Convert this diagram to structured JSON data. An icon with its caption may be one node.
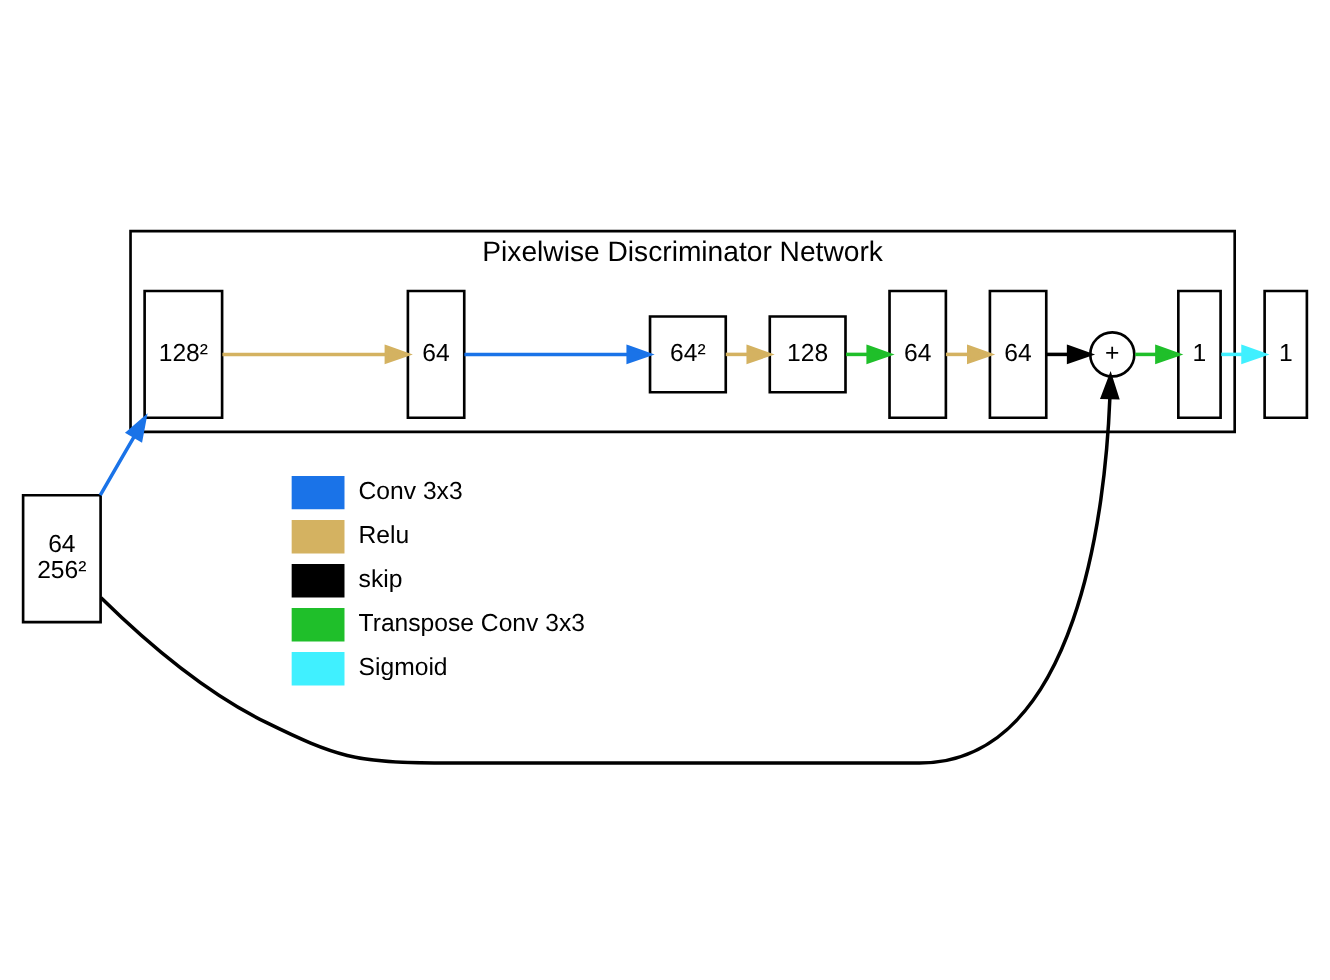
{
  "diagram": {
    "nodes": [
      {
        "text": [
          "Pixelwise Discriminator Network"
        ]
      },
      {
        "text": [
          "64",
          "256²"
        ]
      },
      {
        "text": [
          "128²"
        ],
        "in": 0
      },
      {
        "text": [
          "64"
        ],
        "in": 0
      },
      {
        "text": [
          "64²"
        ],
        "in": 0
      },
      {
        "text": [
          "128"
        ],
        "in": 0
      },
      {
        "text": [
          "64"
        ],
        "in": 0
      },
      {
        "text": [
          "64"
        ],
        "in": 0
      },
      {
        "text": [
          "+"
        ],
        "in": 0
      },
      {
        "text": [
          "1"
        ],
        "in": 0
      },
      {
        "text": [
          "1"
        ]
      }
    ],
    "edges": [
      {
        "from": 1,
        "to": 8,
        "arrow": "to",
        "color": "#000000"
      },
      {
        "from": 1,
        "to": 2,
        "arrow": "to",
        "color": "#1a73e8"
      },
      {
        "from": 2,
        "to": 3,
        "arrow": "to",
        "color": "#d4b261"
      },
      {
        "from": 3,
        "to": 4,
        "arrow": "to",
        "color": "#1a73e8"
      },
      {
        "from": 4,
        "to": 5,
        "arrow": "to",
        "color": "#d4b261"
      },
      {
        "from": 5,
        "to": 6,
        "arrow": "to",
        "color": "#1fbf2a"
      },
      {
        "from": 6,
        "to": 7,
        "arrow": "to",
        "color": "#d4b261"
      },
      {
        "from": 7,
        "to": 8,
        "arrow": "to",
        "color": "#000000"
      },
      {
        "from": 8,
        "to": 9,
        "arrow": "to",
        "color": "#1fbf2a"
      },
      {
        "from": 9,
        "to": 10,
        "arrow": "to",
        "color": "#40f0ff"
      }
    ],
    "legend": [
      {
        "text": "Conv 3x3",
        "color": "#1a73e8"
      },
      {
        "text": "Relu",
        "color": "#d4b261"
      },
      {
        "text": "skip",
        "color": "#000000"
      },
      {
        "text": "Transpose Conv 3x3",
        "color": "#1fbf2a"
      },
      {
        "text": "Sigmoid",
        "color": "#40f0ff"
      }
    ]
  }
}
